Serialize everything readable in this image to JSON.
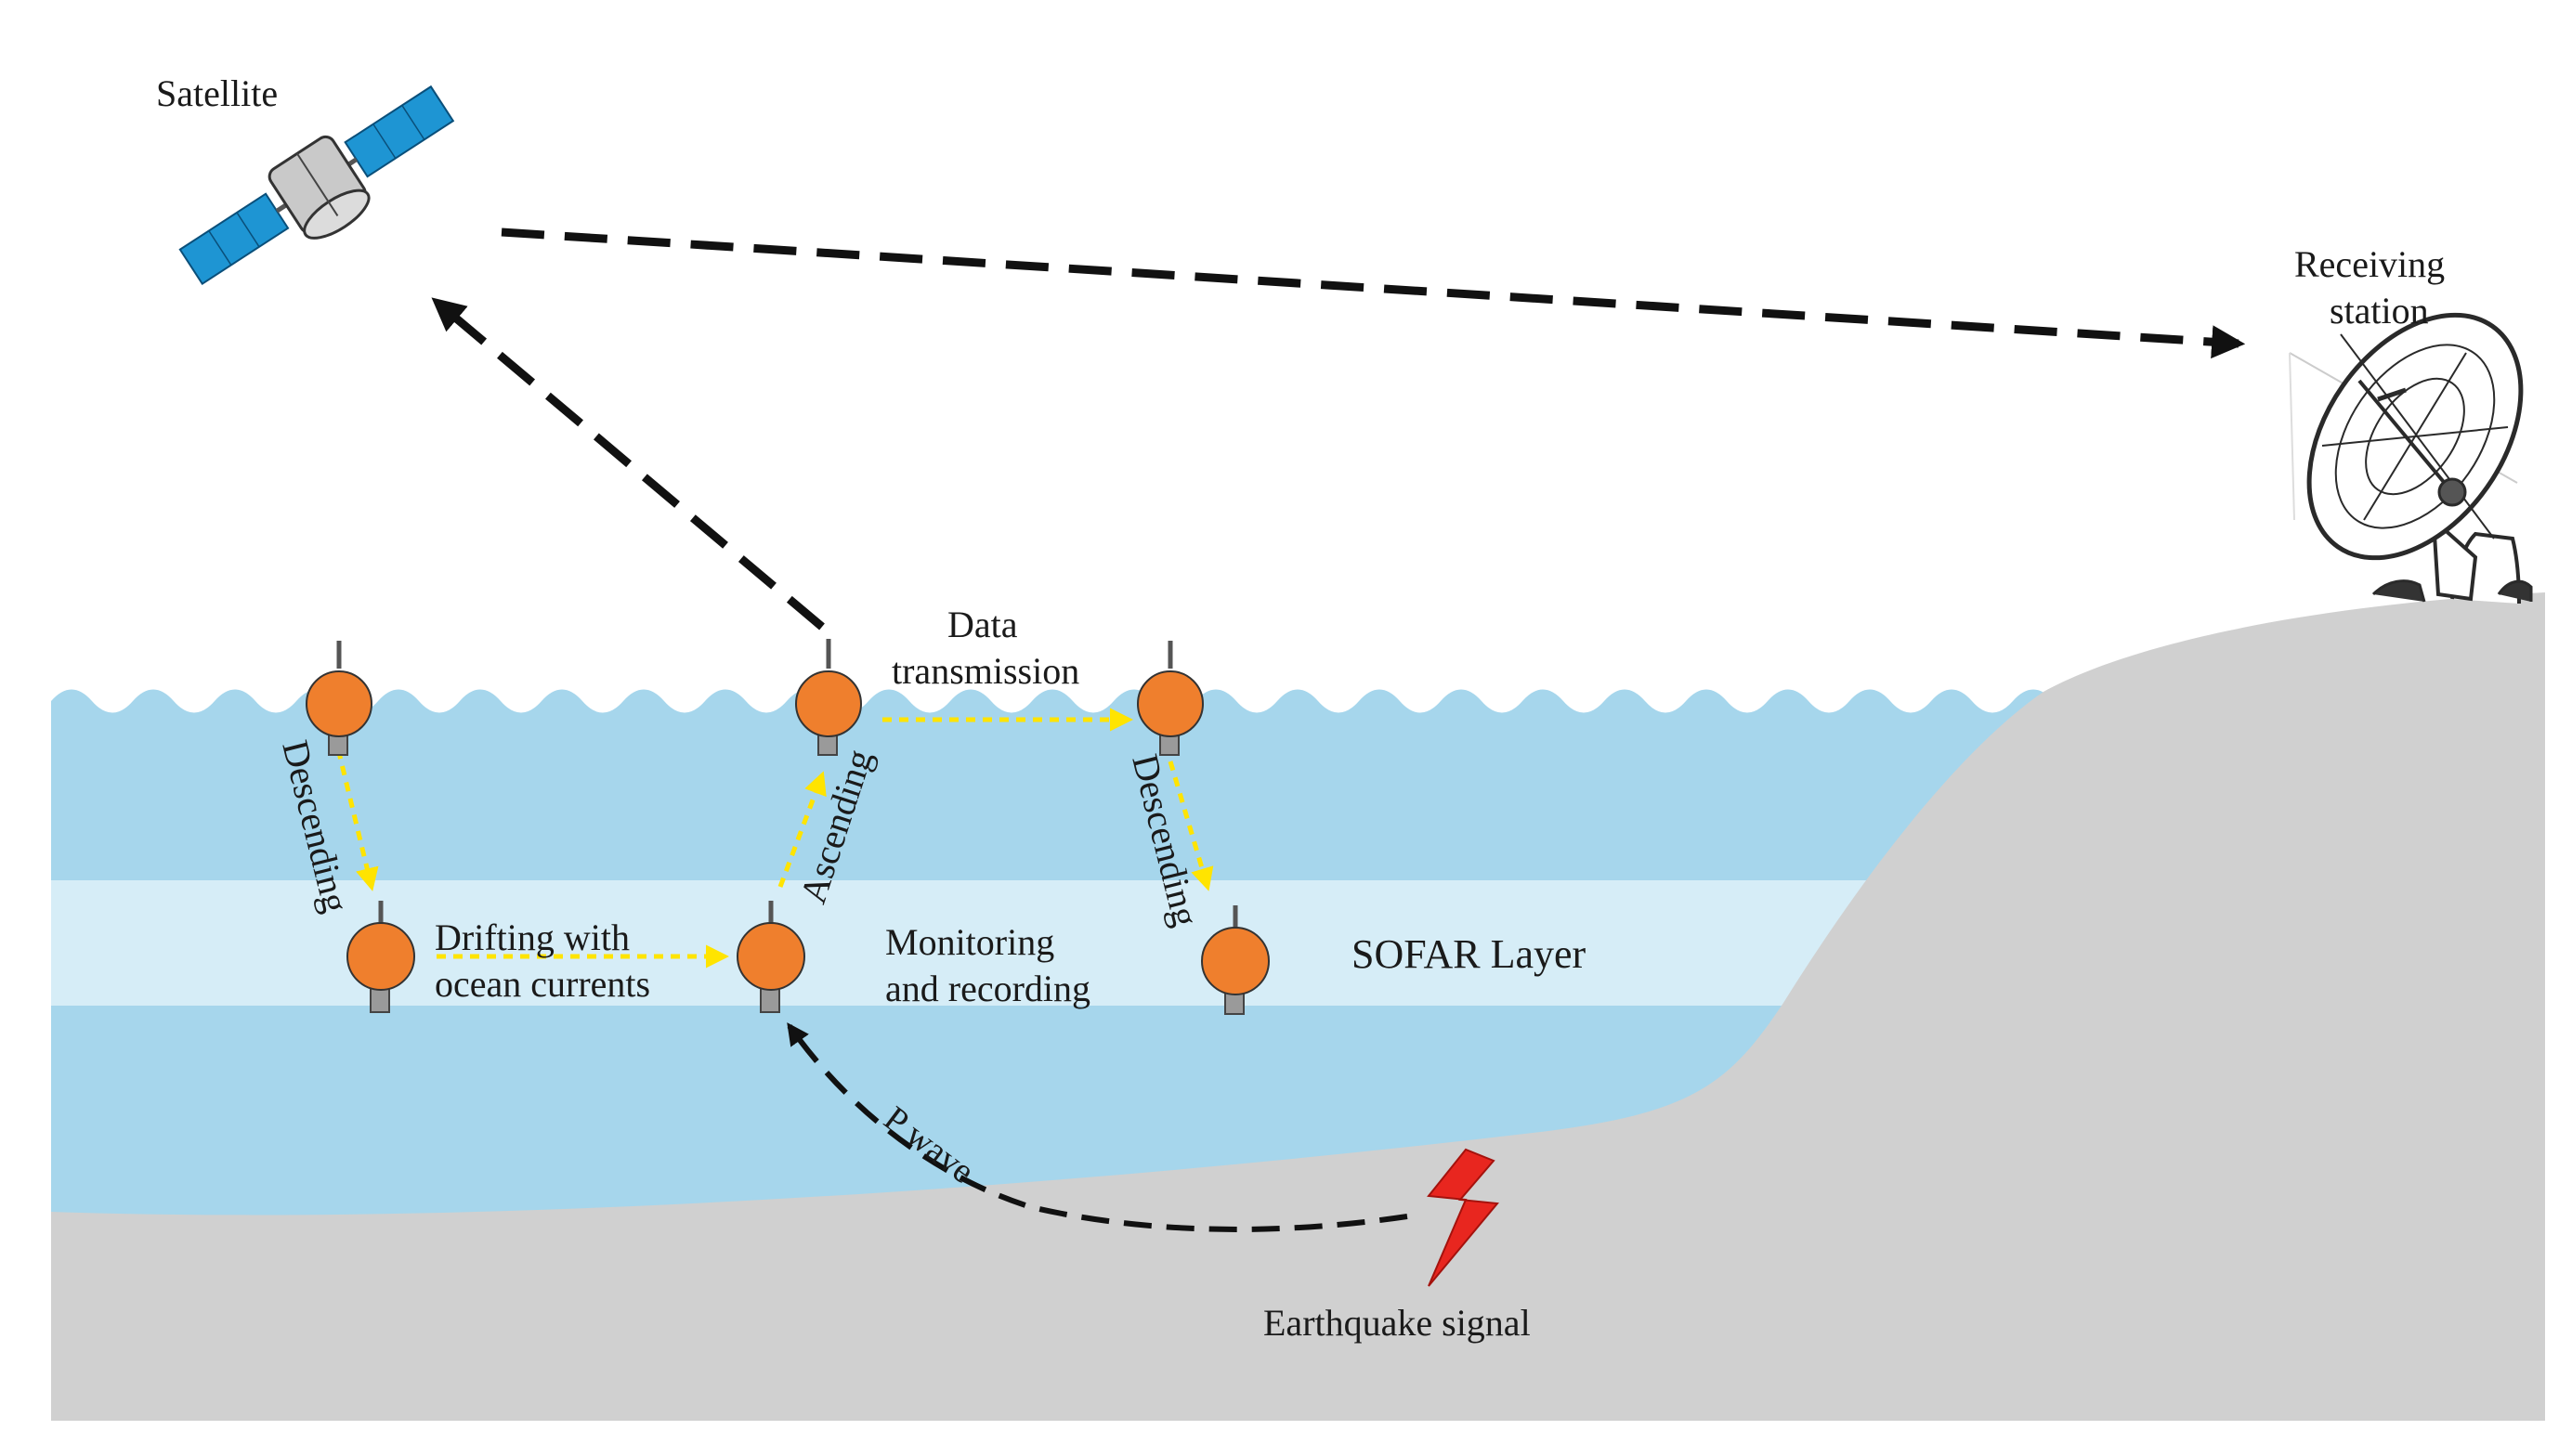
{
  "labels": {
    "satellite": "Satellite",
    "receiving_station_line1": "Receiving",
    "receiving_station_line2": "station",
    "data_transmission_line1": "Data",
    "data_transmission_line2": "transmission",
    "descending_1": "Descending",
    "ascending": "Ascending",
    "descending_2": "Descending",
    "drifting_line1": "Drifting with",
    "drifting_line2": "ocean currents",
    "monitoring_line1": "Monitoring",
    "monitoring_line2": "and recording",
    "sofar_layer": "SOFAR Layer",
    "p_wave": "P wave",
    "earthquake_signal": "Earthquake signal"
  },
  "colors": {
    "ocean": "#a6d6ec",
    "sofar_layer": "#d6edf7",
    "seafloor": "#d0d0d0",
    "float_body": "#ef7f2d",
    "yellow_arrow": "#ffe400",
    "solar_panel": "#1e95d3",
    "earthquake": "#e8261f",
    "dash_line": "#111111"
  },
  "icons": {
    "satellite": "satellite-icon",
    "receiving_station": "satellite-dish-icon",
    "float": "float-instrument-icon",
    "earthquake": "lightning-bolt-icon"
  }
}
